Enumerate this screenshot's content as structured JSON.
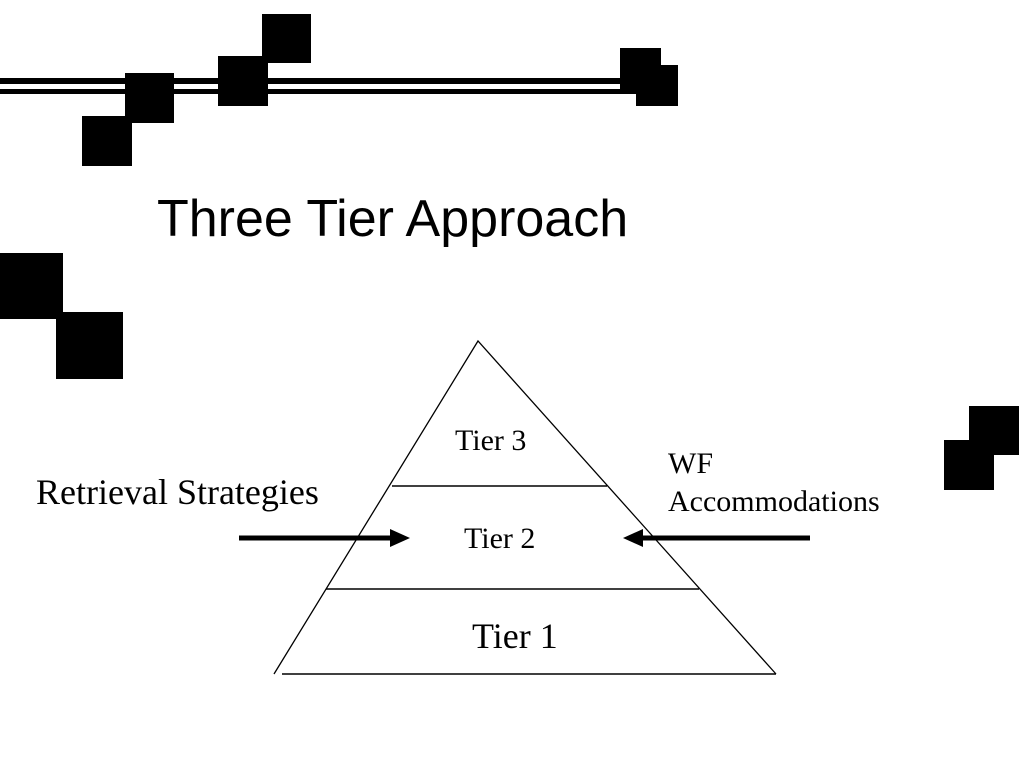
{
  "slide": {
    "title": "Three Tier Approach"
  },
  "diagram": {
    "tiers": [
      {
        "label": "Tier 3"
      },
      {
        "label": "Tier 2"
      },
      {
        "label": "Tier 1"
      }
    ],
    "left_input": "Retrieval Strategies",
    "right_input_lines": [
      "WF",
      "Accommodations"
    ]
  },
  "colors": {
    "foreground": "#000000",
    "background": "#ffffff"
  }
}
